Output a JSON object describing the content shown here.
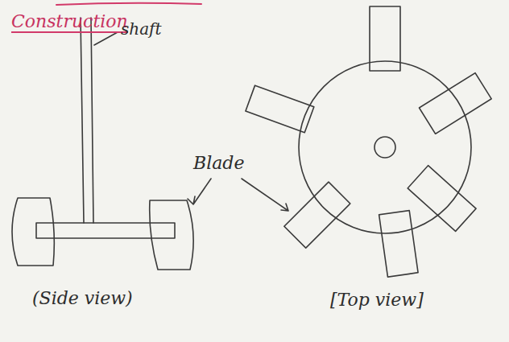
{
  "diagram": {
    "title": "Construction",
    "labels": [
      "shaft",
      "Blade",
      "(Side view)",
      "[Top view]"
    ]
  }
}
